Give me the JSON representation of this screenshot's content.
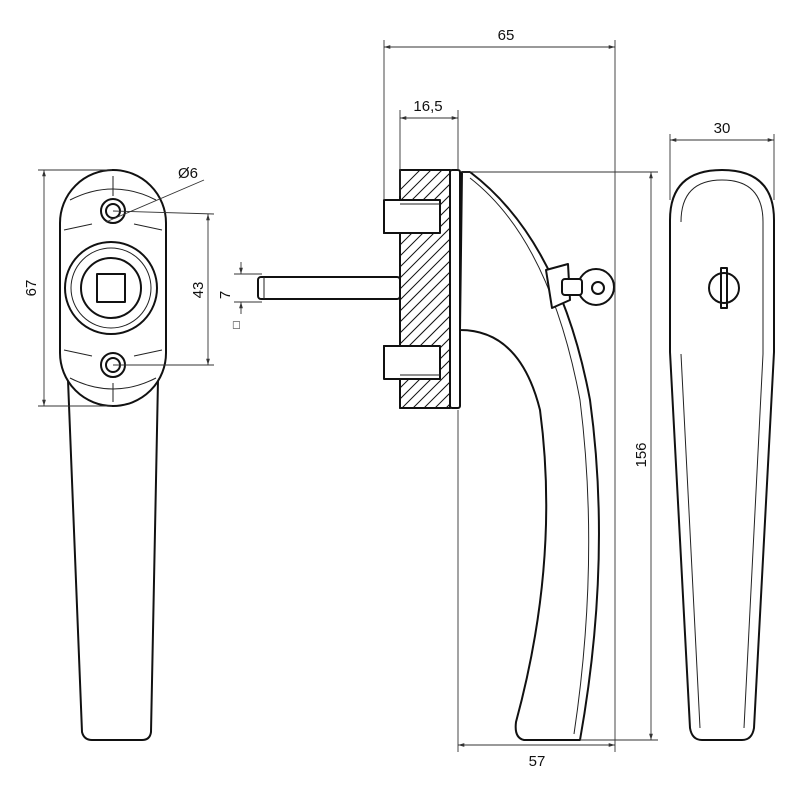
{
  "colors": {
    "line": "#111111",
    "background": "#ffffff"
  },
  "dimensions": {
    "overall_width": "65",
    "base_depth": "16,5",
    "side_width": "30",
    "rosette_height": "67",
    "hole_spacing": "43",
    "hole_diameter": "Ø6",
    "spindle_size": "7",
    "spindle_square_symbol": "□",
    "handle_length": "156",
    "handle_reach": "57"
  }
}
